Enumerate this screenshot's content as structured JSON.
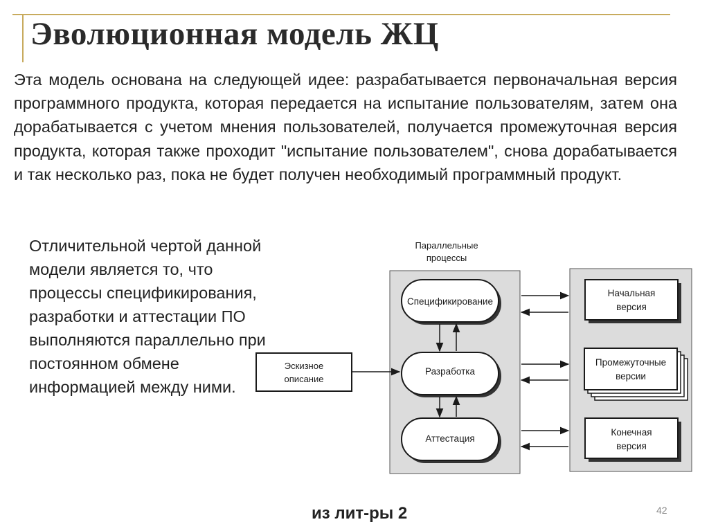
{
  "title": "Эволюционная модель ЖЦ",
  "intro": "Эта модель основана на следующей идее: разрабатывается первоначальная версия программного продукта, которая передается на испытание пользователям, затем она дорабатывается с учетом мнения пользователей, получается промежуточная версия продукта, которая также проходит \"испытание пользователем\", снова дорабатывается и так несколько раз, пока не будет получен необходимый программный продукт.",
  "side_text": "Отличительной чертой данной модели является то, что процессы спецификирования, разработки и аттестации ПО выполняются параллельно при постоянном обмене информацией между ними.",
  "diagram": {
    "parallel_label": [
      "Параллельные",
      "процессы"
    ],
    "sketch": [
      "Эскизное",
      "описание"
    ],
    "processes": {
      "spec": "Спецификирование",
      "dev": "Разработка",
      "attest": "Аттестация"
    },
    "versions": {
      "initial": [
        "Начальная",
        "версия"
      ],
      "intermediate": [
        "Промежуточные",
        "версии"
      ],
      "final": [
        "Конечная",
        "версия"
      ]
    }
  },
  "source": "из лит-ры 2",
  "page_number": "42",
  "colors": {
    "accent_line": "#c8ab5e",
    "panel_fill": "#dcdcdc",
    "stroke": "#1a1a1a"
  }
}
